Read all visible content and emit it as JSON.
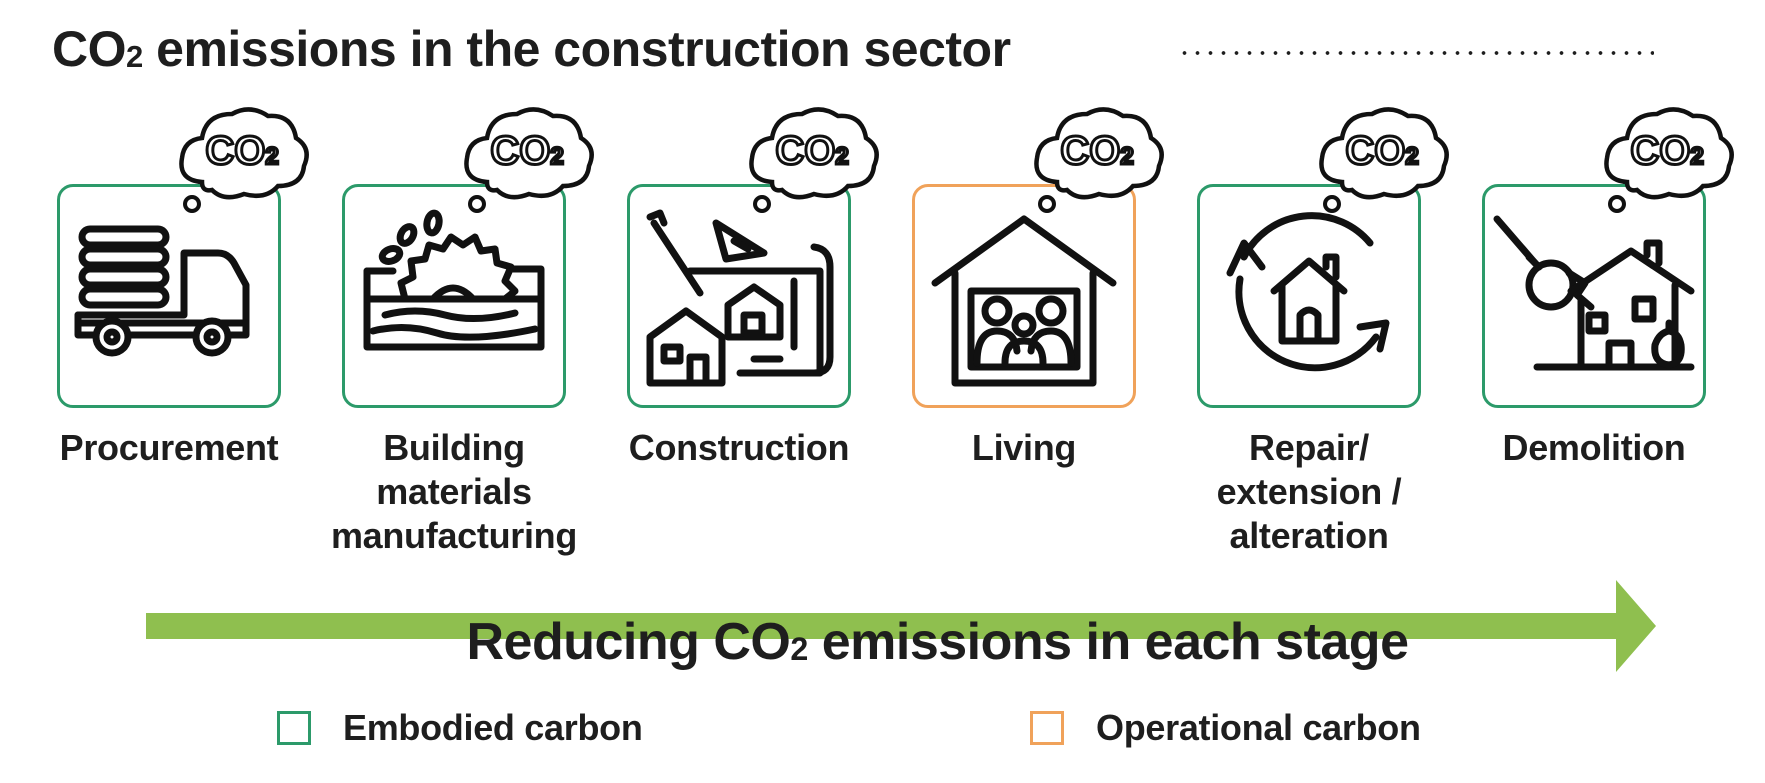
{
  "title": {
    "main": "CO",
    "sub": "2",
    "rest": " emissions in the construction sector"
  },
  "stages": [
    {
      "label": "Procurement",
      "type": "embodied",
      "icon": "truck-with-logs-icon",
      "cloud_text": "CO",
      "cloud_sub": "2"
    },
    {
      "label": "Building\nmaterials\nmanufacturing",
      "type": "embodied",
      "icon": "saw-cutting-wood-icon",
      "cloud_text": "CO",
      "cloud_sub": "2"
    },
    {
      "label": "Construction",
      "type": "embodied",
      "icon": "house-blueprint-icon",
      "cloud_text": "CO",
      "cloud_sub": "2"
    },
    {
      "label": "Living",
      "type": "operational",
      "icon": "family-in-house-icon",
      "cloud_text": "CO",
      "cloud_sub": "2"
    },
    {
      "label": "Repair/\nextension /\nalteration",
      "type": "embodied",
      "icon": "house-renovation-cycle-icon",
      "cloud_text": "CO",
      "cloud_sub": "2"
    },
    {
      "label": "Demolition",
      "type": "embodied",
      "icon": "wrecking-ball-house-icon",
      "cloud_text": "CO",
      "cloud_sub": "2"
    }
  ],
  "arrow": {
    "text_main": "Reducing CO",
    "text_sub": "2",
    "text_rest": " emissions in each stage",
    "color": "#8fbf4f"
  },
  "legend": {
    "embodied": {
      "label": "Embodied carbon",
      "color": "#2c9a6a"
    },
    "operational": {
      "label": "Operational carbon",
      "color": "#f0a25a"
    }
  }
}
